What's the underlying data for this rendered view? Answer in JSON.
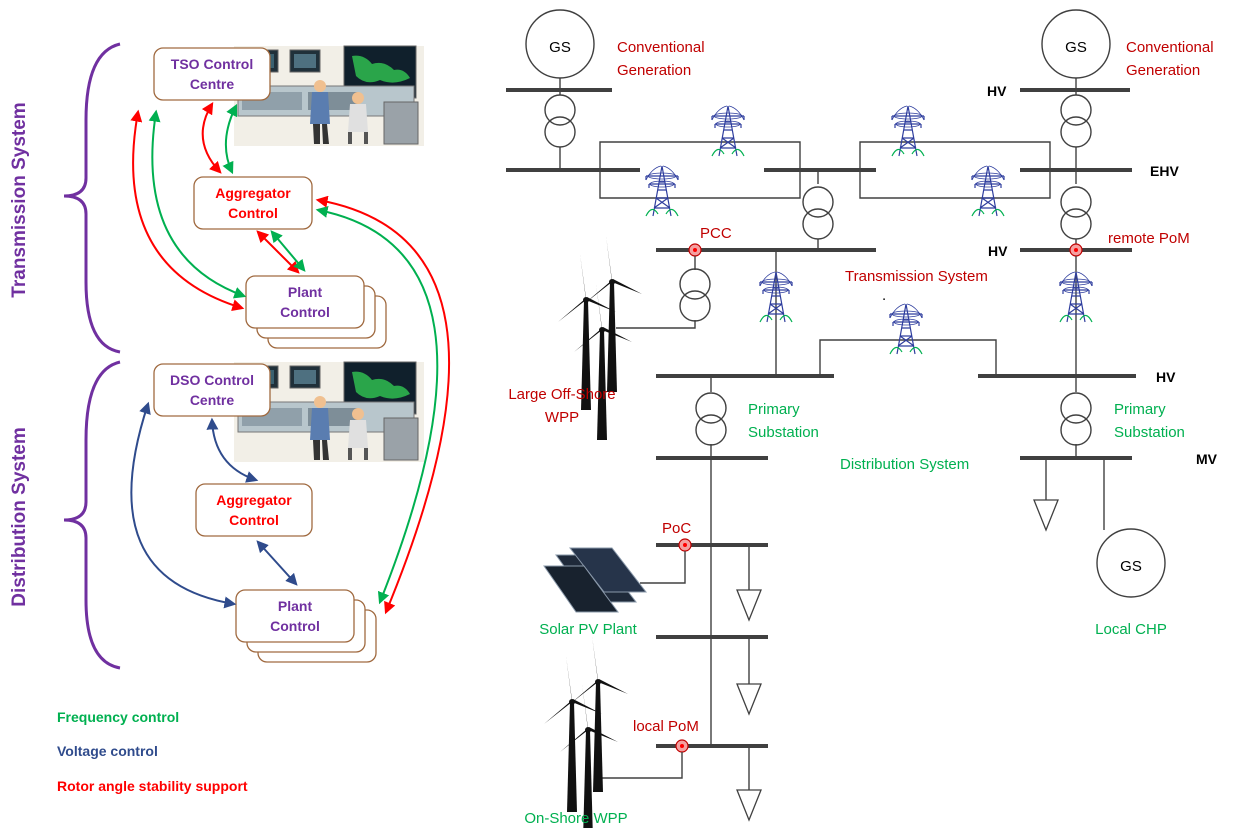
{
  "colors": {
    "frequency": "#00b050",
    "voltage": "#2f4b8c",
    "rotor": "#ff0000",
    "purple": "#7030a0",
    "red_label": "#c00000",
    "green_label": "#00b050",
    "box_border": "#a06a40"
  },
  "side_labels": {
    "transmission": "Transmission System",
    "distribution": "Distribution System"
  },
  "boxes": {
    "tso": [
      "TSO Control",
      "Centre"
    ],
    "agg_t": [
      "Aggregator",
      "Control"
    ],
    "plant_t": [
      "Plant",
      "Control"
    ],
    "dso": [
      "DSO Control",
      "Centre"
    ],
    "agg_d": [
      "Aggregator",
      "Control"
    ],
    "plant_d": [
      "Plant",
      "Control"
    ]
  },
  "legend": {
    "frequency": "Frequency control",
    "voltage": "Voltage control",
    "rotor": "Rotor angle stability support"
  },
  "grid": {
    "gs_left": "GS",
    "gs_right": "GS",
    "gs_chp": "GS",
    "conv_gen_left": [
      "Conventional",
      "Generation"
    ],
    "conv_gen_right": [
      "Conventional",
      "Generation"
    ],
    "hv_top": "HV",
    "ehv": "EHV",
    "hv_mid": "HV",
    "hv_lower": "HV",
    "mv": "MV",
    "pcc": "PCC",
    "remote_pom": "remote PoM",
    "transmission_system": "Transmission System",
    "large_wpp": [
      "Large Off-Shore",
      "WPP"
    ],
    "primary_sub_left": [
      "Primary",
      "Substation"
    ],
    "primary_sub_right": [
      "Primary",
      "Substation"
    ],
    "distribution_system": "Distribution System",
    "poc": "PoC",
    "solar": "Solar PV Plant",
    "local_pom": "local PoM",
    "onshore": "On-Shore WPP",
    "local_chp": "Local CHP",
    "dot": "."
  }
}
